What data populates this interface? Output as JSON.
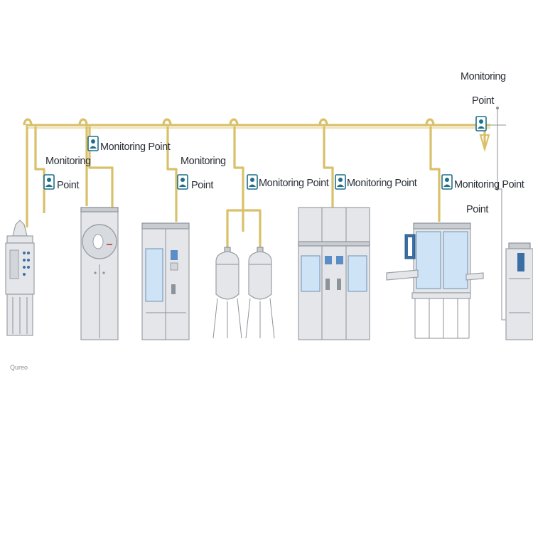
{
  "labels": {
    "monitoring_point": "Monitoring Point",
    "monitoring": "Monitoring",
    "point": "Point"
  },
  "caption": "Qureo",
  "colors": {
    "pipe": "#d9c06a",
    "sensor": "#1f6f8b",
    "glass": "#cfe3f7",
    "metal": "#e4e6e9"
  },
  "icons": {
    "sensor": "monitoring-sensor-icon"
  }
}
